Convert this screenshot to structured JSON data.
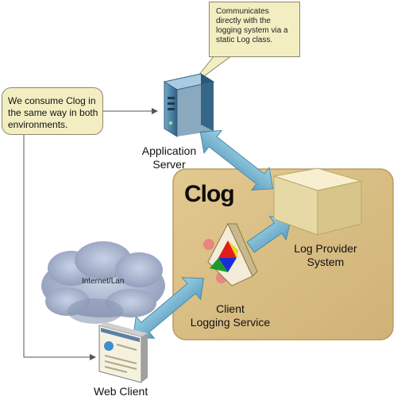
{
  "callout_top": "Communicates directly with the logging system via a static Log class.",
  "note_left": "We consume Clog in the same way in both environments.",
  "clog_title": "Clog",
  "app_server_label": [
    "Application",
    "Server"
  ],
  "log_provider_label": [
    "Log Provider",
    "System"
  ],
  "client_logging_label": [
    "Client",
    "Logging Service"
  ],
  "web_client_label": "Web Client",
  "cloud_label": "Internet/Lan",
  "colors": {
    "clog_panel": "#d9bf85",
    "clog_panel_border": "#b89c5e",
    "note_fill": "#f3eec2",
    "arrow_fill": "#7fb6d0",
    "arrow_stroke": "#4f8aa8",
    "box_fill": "#efe4bb",
    "cloud_fill": "#a8b3cc"
  },
  "icons": [
    "server-icon",
    "log-provider-box-icon",
    "cloud-icon",
    "logging-service-prism-icon",
    "web-client-browser-icon"
  ]
}
